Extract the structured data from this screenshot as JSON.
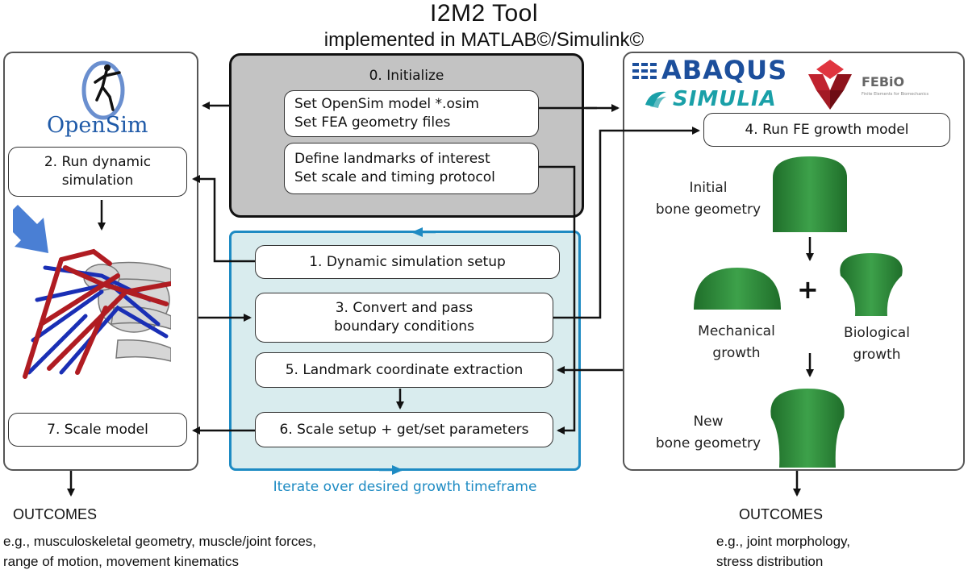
{
  "title": "I2M2 Tool",
  "subtitle": "implemented in MATLAB©/Simulink©",
  "left_panel": {
    "logo_text": "OpenSim",
    "run_dynamic_line1": "2. Run dynamic",
    "run_dynamic_line2": "simulation",
    "scale_model": "7. Scale model"
  },
  "init_panel": {
    "heading": "0. Initialize",
    "box1_line1": "Set OpenSim model *.osim",
    "box1_line2": "Set FEA geometry files",
    "box2_line1": "Define landmarks of interest",
    "box2_line2": "Set scale and timing protocol"
  },
  "iterate_panel": {
    "step1": "1. Dynamic simulation setup",
    "step3_line1": "3. Convert and pass",
    "step3_line2": "boundary conditions",
    "step5": "5. Landmark coordinate extraction",
    "step6": "6. Scale setup + get/set parameters",
    "caption": "Iterate over desired growth timeframe"
  },
  "right_panel": {
    "abaqus_text": "ABAQUS",
    "simulia_text": "SIMULIA",
    "febio_text": "FEBiO",
    "febio_sub": "Finite Elements for Biomechanics",
    "run_fe": "4. Run FE growth model",
    "initial_line1": "Initial",
    "initial_line2": "bone geometry",
    "mech_line1": "Mechanical",
    "mech_line2": "growth",
    "bio_line1": "Biological",
    "bio_line2": "growth",
    "plus": "+",
    "new_line1": "New",
    "new_line2": "bone geometry"
  },
  "outcomes_left": {
    "heading": "OUTCOMES",
    "line1": "e.g., musculoskeletal geometry, muscle/joint forces,",
    "line2": "range of motion, movement kinematics"
  },
  "outcomes_right": {
    "heading": "OUTCOMES",
    "line1": "e.g., joint morphology,",
    "line2": "stress distribution"
  },
  "colors": {
    "init_bg": "#c3c3c3",
    "iterate_bg": "#d9ecee",
    "iterate_border": "#1e8bc3",
    "caption": "#1e8bc3",
    "abaqus_blue": "#1c4f9c",
    "simulia_teal": "#1aa0a8",
    "febio_red": "#c0232f",
    "bone_green": "#2e8b3a",
    "muscle_red": "#b01c22",
    "muscle_blue": "#1a2fb5",
    "arrow_blue": "#4a7fd4"
  }
}
